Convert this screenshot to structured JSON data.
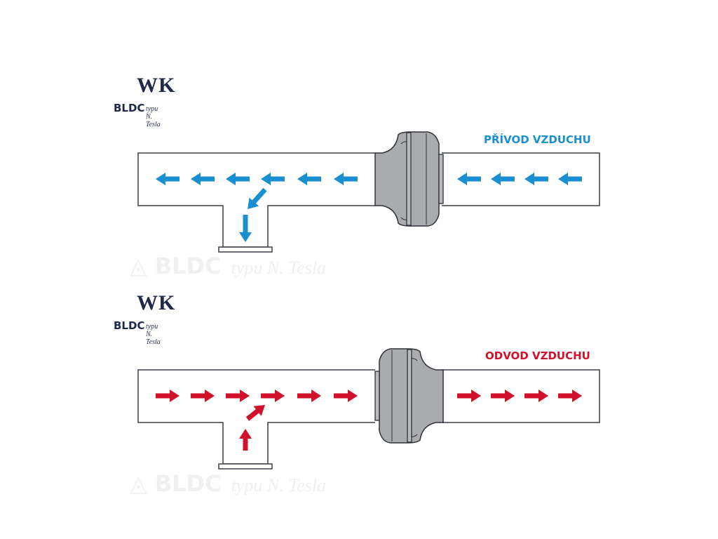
{
  "diagrams": [
    {
      "id": "supply",
      "logo": {
        "brand": "WK",
        "motor": "BLDC",
        "subtitle": "typu N. Tesla"
      },
      "label": "PŘÍVOD VZDUCHU",
      "label_color": "#1a8fd0",
      "arrow_color": "#1a8fd0",
      "flow_direction": "left",
      "watermark": {
        "brand": "BLDC",
        "subtitle": "typu N. Tesla"
      }
    },
    {
      "id": "exhaust",
      "logo": {
        "brand": "WK",
        "motor": "BLDC",
        "subtitle": "typu N. Tesla"
      },
      "label": "ODVOD VZDUCHU",
      "label_color": "#d0112b",
      "arrow_color": "#d0112b",
      "flow_direction": "right",
      "watermark": {
        "brand": "BLDC",
        "subtitle": "typu N. Tesla"
      }
    }
  ],
  "colors": {
    "duct_stroke": "#3a3f47",
    "fan_fill": "#a9abad",
    "fan_stroke": "#2e3138"
  }
}
